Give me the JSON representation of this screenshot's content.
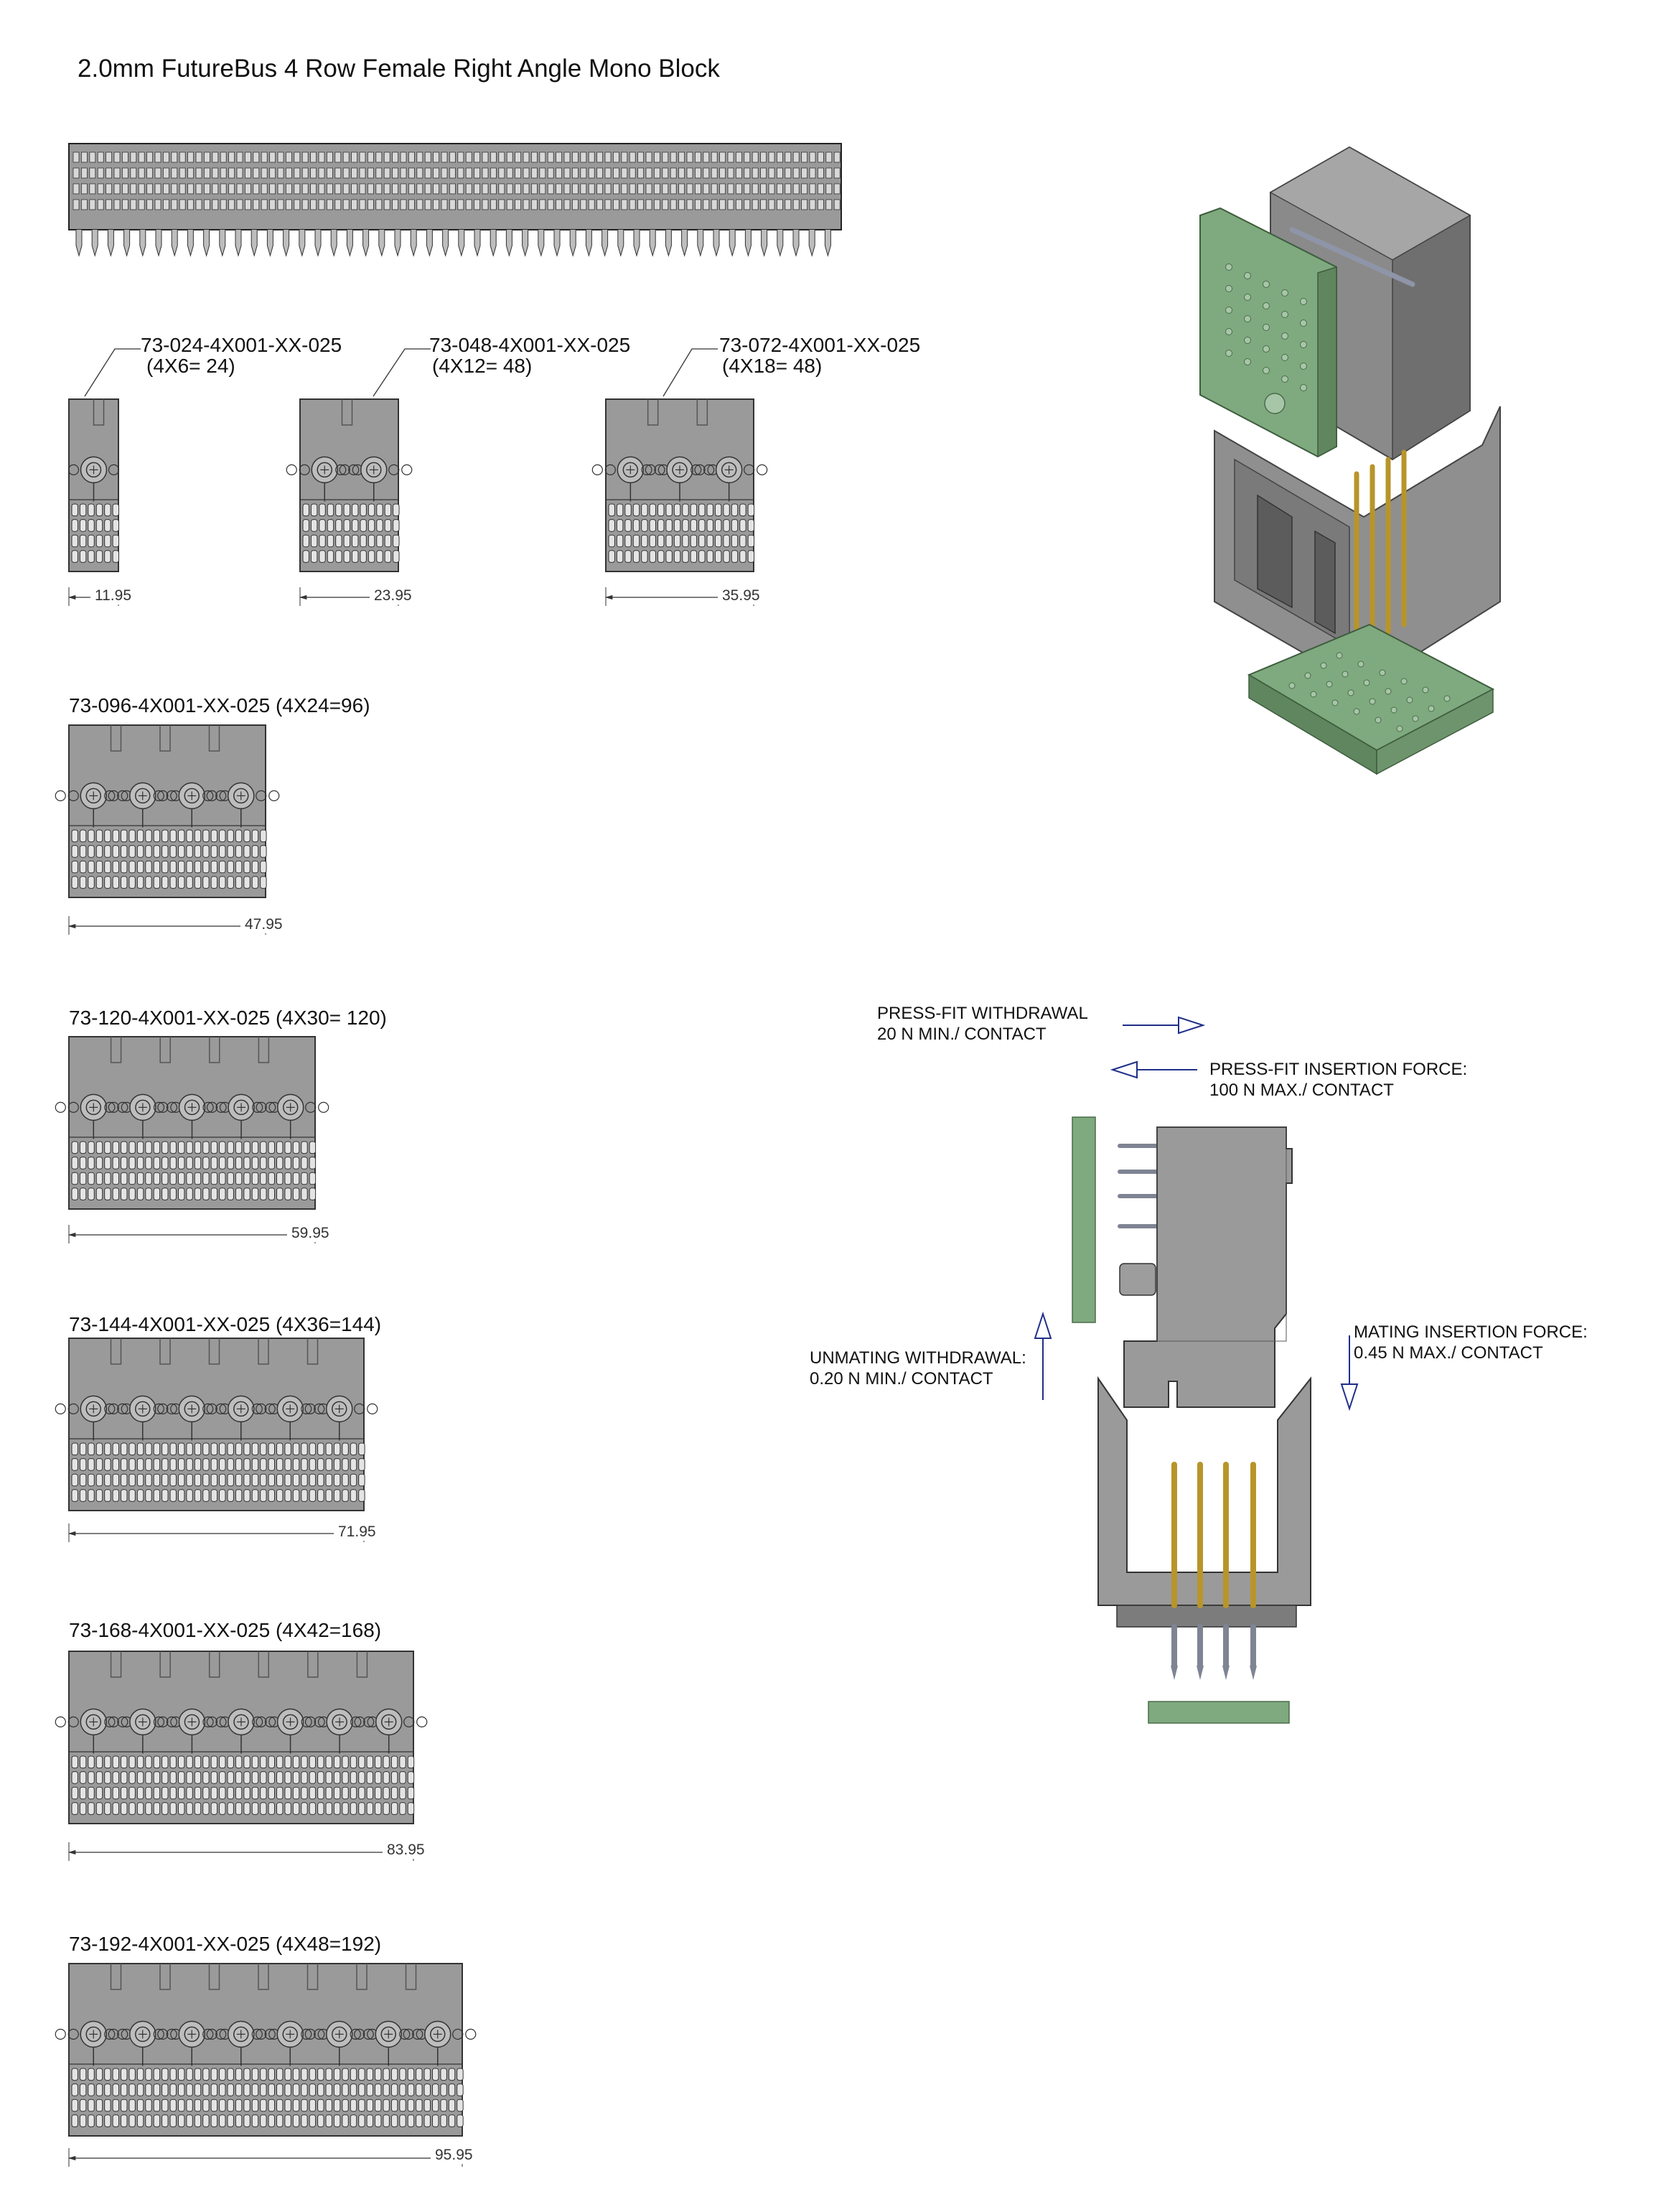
{
  "title": "2.0mm FutureBus 4 Row Female Right Angle Mono Block",
  "variants": [
    {
      "part": "73-024-4X001-XX-025",
      "config": "(4X6= 24)",
      "width_mm": "11.95",
      "columns": 6
    },
    {
      "part": "73-048-4X001-XX-025",
      "config": "(4X12= 48)",
      "width_mm": "23.95",
      "columns": 12
    },
    {
      "part": "73-072-4X001-XX-025",
      "config": "(4X18= 48)",
      "width_mm": "35.95",
      "columns": 18
    },
    {
      "part": "73-096-4X001-XX-025",
      "config": "(4X24=96)",
      "width_mm": "47.95",
      "columns": 24
    },
    {
      "part": "73-120-4X001-XX-025",
      "config": "(4X30= 120)",
      "width_mm": "59.95",
      "columns": 30
    },
    {
      "part": "73-144-4X001-XX-025",
      "config": "(4X36=144)",
      "width_mm": "71.95",
      "columns": 36
    },
    {
      "part": "73-168-4X001-XX-025",
      "config": "(4X42=168)",
      "width_mm": "83.95",
      "columns": 42
    },
    {
      "part": "73-192-4X001-XX-025",
      "config": "(4X48=192)",
      "width_mm": "95.95",
      "columns": 48
    }
  ],
  "forces": {
    "press_fit_withdrawal": {
      "line1": "PRESS-FIT WITHDRAWAL",
      "line2": "20 N MIN./ CONTACT"
    },
    "press_fit_insertion": {
      "line1": "PRESS-FIT INSERTION FORCE:",
      "line2": "100 N MAX./ CONTACT"
    },
    "unmating_withdrawal": {
      "line1": "UNMATING WITHDRAWAL:",
      "line2": "0.20 N MIN./ CONTACT"
    },
    "mating_insertion": {
      "line1": "MATING INSERTION FORCE:",
      "line2": "0.45 N MAX./ CONTACT"
    }
  },
  "colors": {
    "housing": "#9a9a9a",
    "housing_dark": "#6e6e6e",
    "housing_light": "#bdbdbd",
    "pcb_green": "#7fa97f",
    "pin_gold": "#b8952a",
    "arrow_blue": "#1f2f8a"
  }
}
